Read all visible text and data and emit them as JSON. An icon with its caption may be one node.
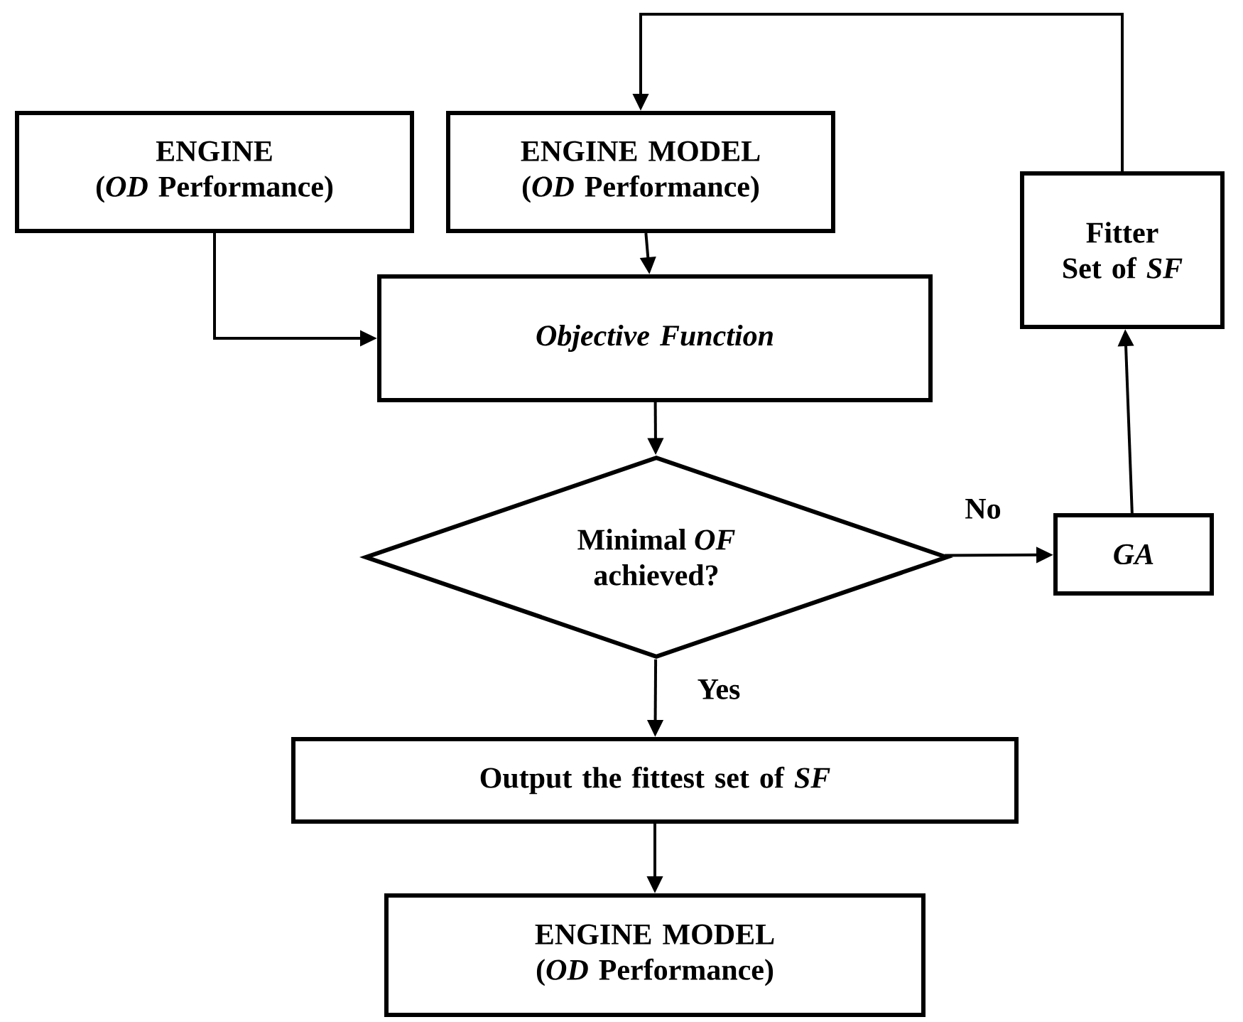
{
  "diagram": {
    "nodes": [
      {
        "text": [
          "ENGINE",
          "(*OD* Performance)"
        ]
      },
      {
        "text": [
          "ENGINE MODEL",
          "(*OD* Performance)"
        ]
      },
      {
        "text": [
          "Objective Function"
        ]
      },
      {
        "text": [
          "Minimal *OF* achieved?"
        ]
      },
      {
        "text": [
          "GA"
        ]
      },
      {
        "text": [
          "Fitter Set of *SF*"
        ]
      },
      {
        "text": [
          "Output the fittest set of *SF*"
        ]
      },
      {
        "text": [
          "ENGINE MODEL",
          "(*OD* Performance)"
        ]
      }
    ],
    "edges": [
      {
        "from": 0,
        "to": 2,
        "arrow": "to"
      },
      {
        "from": 1,
        "to": 2,
        "arrow": "to"
      },
      {
        "from": 2,
        "to": 3,
        "arrow": "to"
      },
      {
        "from": 3,
        "to": 4,
        "arrow": "to",
        "label": "No"
      },
      {
        "from": 4,
        "to": 5,
        "arrow": "to"
      },
      {
        "from": 5,
        "to": 1,
        "arrow": "to"
      },
      {
        "from": 3,
        "to": 6,
        "arrow": "to",
        "label": "Yes"
      },
      {
        "from": 6,
        "to": 7,
        "arrow": "to"
      }
    ]
  }
}
